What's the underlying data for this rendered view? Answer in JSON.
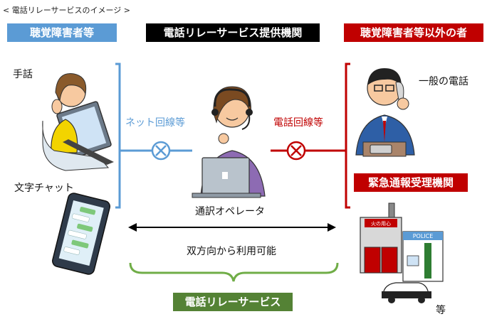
{
  "caption": "< 電話リレーサービスのイメージ >",
  "headers": {
    "left": "聴覚障害者等",
    "center": "電話リレーサービス提供機関",
    "right": "聴覚障害者等以外の者",
    "emergency": "緊急通報受理機関",
    "bottom": "電話リレーサービス"
  },
  "labels": {
    "sign_language": "手話",
    "text_chat": "文字チャット",
    "net_line": "ネット回線等",
    "phone_line": "電話回線等",
    "operator": "通訳オペレータ",
    "general_phone": "一般の電話",
    "bidirectional": "双方向から利用可能",
    "etc": "等"
  },
  "building_signs": {
    "fire_sign": "火の用心",
    "police": "POLICE"
  },
  "colors": {
    "blue": "#5b9bd5",
    "red": "#c00000",
    "green": "#70ad47",
    "black": "#000000"
  }
}
